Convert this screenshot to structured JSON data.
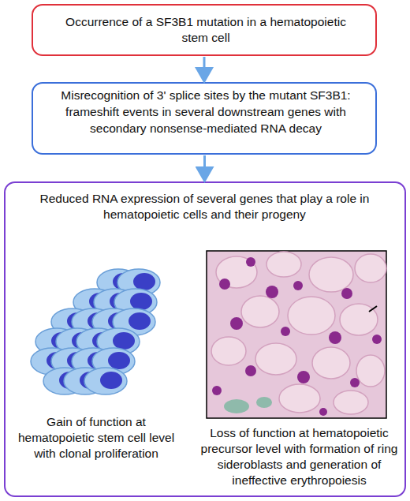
{
  "diagram": {
    "nodes": [
      {
        "text": [
          "Occurrence of a SF3B1 mutation in a hematopoietic stem cell"
        ]
      },
      {
        "text": [
          "Misrecognition of 3' splice sites by the mutant SF3B1: frameshift events in several downstream genes with secondary nonsense-mediated RNA decay"
        ]
      },
      {
        "text": [
          "Reduced RNA expression of several genes that play a role in hematopoietic cells and their progeny",
          "Gain of function at hematopoietic stem cell level with clonal proliferation",
          "Loss of function at hematopoietic precursor level with formation of ring sideroblasts and generation of ineffective erythropoiesis"
        ]
      }
    ],
    "edges": [
      {
        "from": 0,
        "to": 1,
        "arrow": "to"
      },
      {
        "from": 1,
        "to": 2,
        "arrow": "to"
      }
    ]
  }
}
